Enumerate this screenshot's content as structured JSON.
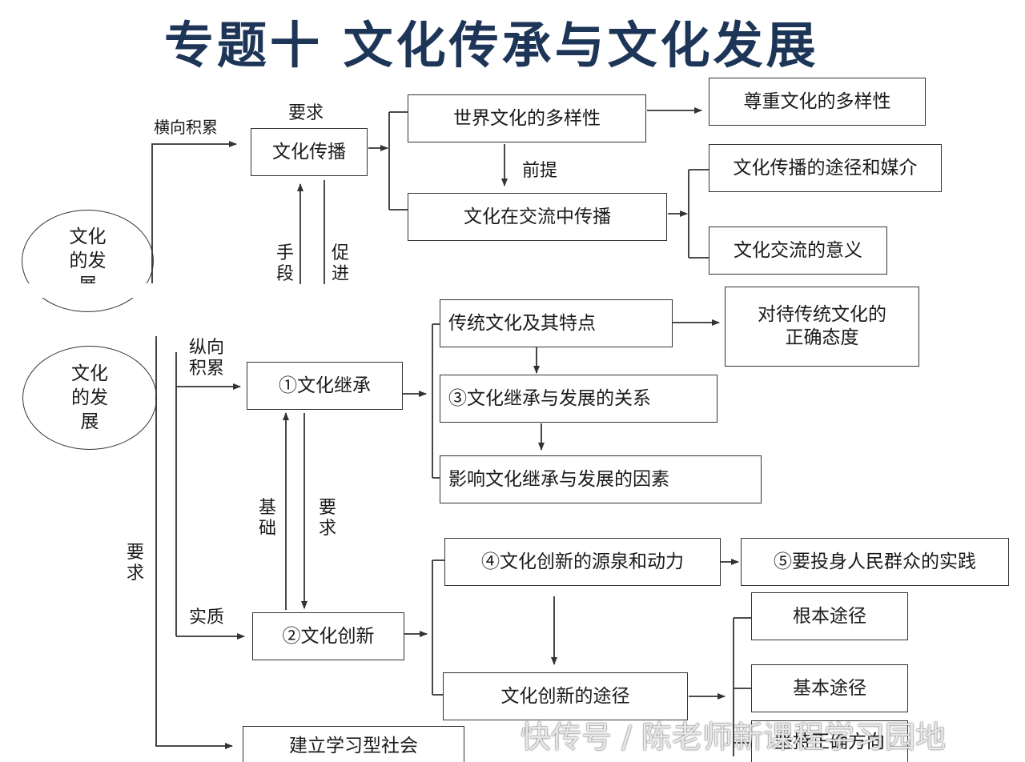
{
  "title": "专题十  文化传承与文化发展",
  "circles": {
    "top": "文化的发展",
    "bottom": "文化的发展"
  },
  "labels": {
    "horizontal": "横向积累",
    "requirement_top": "要求",
    "premise": "前提",
    "means": "手段",
    "promote": "促进",
    "vertical": "纵向积累",
    "requirement_left": "要求",
    "foundation": "基础",
    "requirement_mid": "要求",
    "essence": "实质"
  },
  "boxes": {
    "spread": "文化传播",
    "diversity": "世界文化的多样性",
    "respect": "尊重文化的多样性",
    "exchange": "文化在交流中传播",
    "channels": "文化传播的途径和媒介",
    "significance": "文化交流的意义",
    "inherit": "①文化继承",
    "tradition": "传统文化及其特点",
    "attitude": "对待传统文化的正确态度",
    "relation": "③文化继承与发展的关系",
    "factors": "影响文化继承与发展的因素",
    "innovate": "②文化创新",
    "source": "④文化创新的源泉和动力",
    "practice": "⑤要投身人民群众的实践",
    "ways": "文化创新的途径",
    "fundamental": "根本途径",
    "basic": "基本途径",
    "direction": "坚持正确方向",
    "learning": "建立学习型社会"
  },
  "watermark": "快传号 / 陈老师新课程学习园地"
}
